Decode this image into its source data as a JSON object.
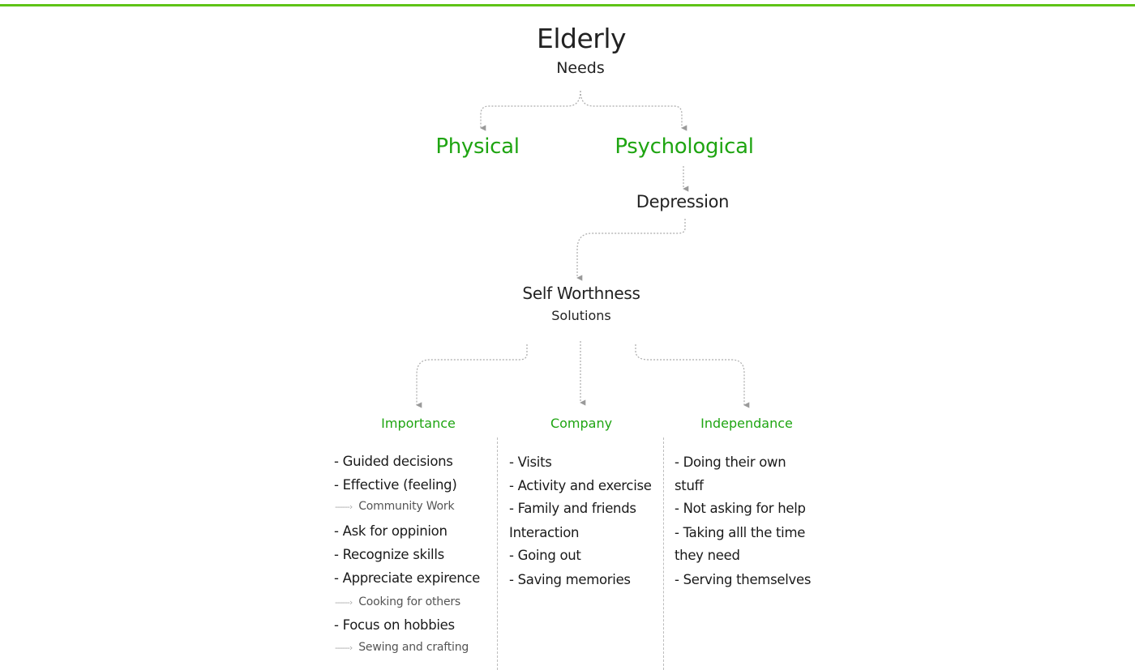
{
  "diagram": {
    "root": {
      "title": "Elderly",
      "subtitle": "Needs"
    },
    "categories": [
      {
        "label": "Physical"
      },
      {
        "label": "Psychological"
      }
    ],
    "issue": {
      "label": "Depression"
    },
    "focus": {
      "title": "Self Worthness",
      "subtitle": "Solutions"
    },
    "columns": [
      {
        "heading": "Importance",
        "items": [
          {
            "type": "item",
            "text": "- Guided decisions"
          },
          {
            "type": "item",
            "text": "- Effective (feeling)"
          },
          {
            "type": "sub",
            "text": "Community Work"
          },
          {
            "type": "item",
            "text": "- Ask for oppinion"
          },
          {
            "type": "item",
            "text": "- Recognize skills"
          },
          {
            "type": "item",
            "text": "- Appreciate expirence"
          },
          {
            "type": "sub",
            "text": "Cooking for others"
          },
          {
            "type": "item",
            "text": "- Focus on hobbies"
          },
          {
            "type": "sub",
            "text": "Sewing and crafting"
          }
        ]
      },
      {
        "heading": "Company",
        "items": [
          {
            "type": "item",
            "text": "- Visits"
          },
          {
            "type": "item",
            "text": "- Activity and exercise"
          },
          {
            "type": "item",
            "text": "- Family and friends"
          },
          {
            "type": "item",
            "text": "Interaction"
          },
          {
            "type": "item",
            "text": "- Going out"
          },
          {
            "type": "item",
            "text": "- Saving memories"
          }
        ]
      },
      {
        "heading": "Independance",
        "items": [
          {
            "type": "item",
            "text": "-  Doing their own"
          },
          {
            "type": "item",
            "text": "stuff"
          },
          {
            "type": "item",
            "text": "- Not asking for help"
          },
          {
            "type": "item",
            "text": "- Taking alll the time"
          },
          {
            "type": "item",
            "text": "they need"
          },
          {
            "type": "item",
            "text": "- Serving themselves"
          }
        ]
      }
    ],
    "sub_arrow_glyph": "------›",
    "colors": {
      "accent": "#1fa512",
      "top_rule": "#5fc317",
      "connector": "#a8a8a8"
    }
  }
}
